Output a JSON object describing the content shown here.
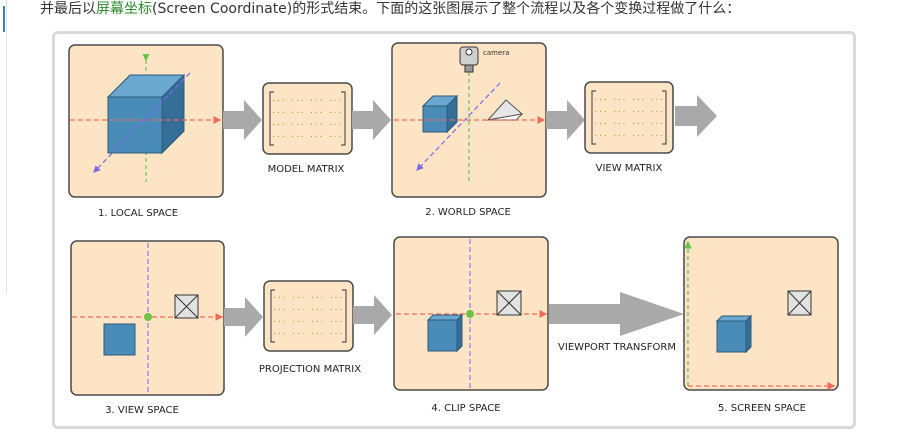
{
  "intro": {
    "prefix": "并最后以",
    "link": "屏幕坐标",
    "suffix": "(Screen Coordinate)的形式结束。下面的这张图展示了整个流程以及各个变换过程做了什么："
  },
  "diagram": {
    "camera_label": "camera",
    "spaces": {
      "local": "1. LOCAL SPACE",
      "world": "2. WORLD SPACE",
      "view": "3. VIEW SPACE",
      "clip": "4. CLIP SPACE",
      "screen": "5. SCREEN SPACE"
    },
    "transforms": {
      "model": "MODEL MATRIX",
      "view": "VIEW MATRIX",
      "projection": "PROJECTION MATRIX",
      "viewport": "VIEWPORT TRANSFORM"
    },
    "matrix_row": "···  ···  ···  ···",
    "colors": {
      "panel_fill": "#fde4c4",
      "panel_stroke": "#4a4a4a",
      "arrow": "#a9a9a9",
      "cube_front": "#4a8cb8",
      "cube_side": "#356e96",
      "cube_top": "#6aa8d0",
      "axis_x": "#ef6a5a",
      "axis_y": "#6cc24a",
      "axis_z": "#7b68ee"
    }
  }
}
